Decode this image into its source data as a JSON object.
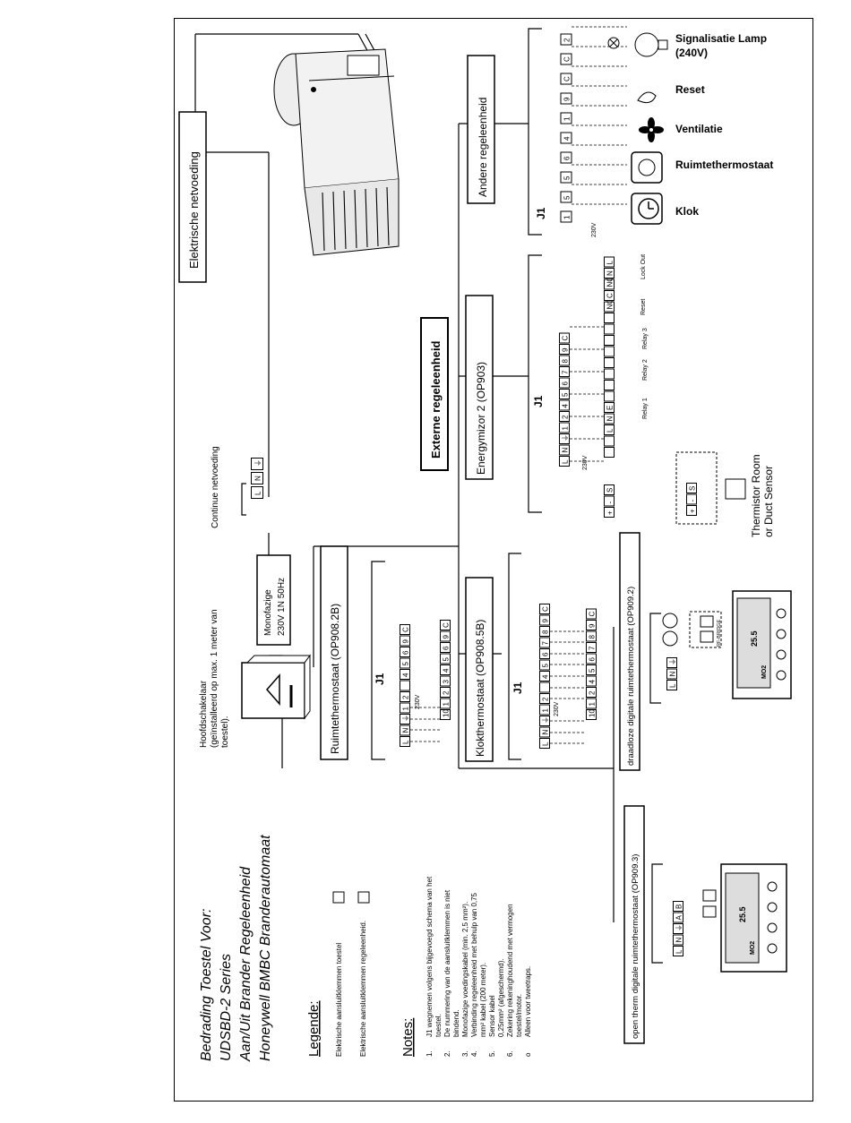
{
  "title": {
    "line1": "Bedrading Toestel Voor:",
    "line2": "UDSBD-2 Series",
    "line3": "Aan/Uit Brander Regeleenheid",
    "line4": "Honeywell BMBC Branderautomaat"
  },
  "legend": {
    "heading": "Legende:",
    "items": [
      "Elektrische aansluitklemmen toestel",
      "Elektrische aansluitklemmen regeleenheid."
    ]
  },
  "notes": {
    "heading": "Notes:",
    "items": [
      {
        "num": "1.",
        "text": "J1 wegnemen volgens bijgevoegd schema van het"
      },
      {
        "num": "",
        "text": "toestel."
      },
      {
        "num": "2.",
        "text": "De nummering van de aansluitklemmen is niet"
      },
      {
        "num": "",
        "text": "bindend."
      },
      {
        "num": "3.",
        "text": "Monofazige voedingskabel (min. 2,5 mm²)."
      },
      {
        "num": "4.",
        "text": "Verbinding regeleenheid met behulp van 0,75"
      },
      {
        "num": "",
        "text": "mm² kabel (200 meter)."
      },
      {
        "num": "5.",
        "text": "Sensor kabel"
      },
      {
        "num": "",
        "text": "0,25mm² (afgeschermd)."
      },
      {
        "num": "6.",
        "text": "Zekering rekeninghoudend met vermogen"
      },
      {
        "num": "",
        "text": "toestel/motor."
      },
      {
        "num": "o",
        "text": "Alleen voor tweetraps."
      }
    ]
  },
  "power": {
    "switch_label": [
      "Hoofdschakelaar",
      "(geïnstalleerd op max. 1 meter van",
      "toestel)."
    ],
    "mono_label": [
      "Monofazige",
      "230V 1N 50Hz"
    ],
    "continue_label": "Continue netvoeding",
    "mains_label": "Elektrische netvoeding",
    "terminals": [
      "L",
      "N",
      "⏚"
    ]
  },
  "external_label": "Externe regeleenheid",
  "controllers": {
    "room_thermostat": {
      "label": "Ruimtethermostaat (OP908.2B)",
      "j1": "J1",
      "volt": "230V",
      "row_top": [
        "L",
        "N",
        "⏚",
        "1",
        "2",
        "",
        "4",
        "5",
        "6",
        "9",
        "C"
      ],
      "row_bottom": [
        "10",
        "1",
        "2",
        "3",
        "4",
        "5",
        "6",
        "9",
        "C"
      ]
    },
    "clock_thermostat": {
      "label": "Klokthermostaat (OP908.5B)",
      "j1": "J1",
      "volt": "230V",
      "row_top": [
        "L",
        "N",
        "⏚",
        "1",
        "2",
        "",
        "4",
        "5",
        "6",
        "7",
        "8",
        "9",
        "C"
      ],
      "row_bottom": [
        "10",
        "1",
        "2",
        "4",
        "5",
        "6",
        "7",
        "8",
        "9",
        "C"
      ]
    },
    "wireless": {
      "label": "draadloze digitale ruimtethermostaat (OP909.2)",
      "terminals": [
        "L",
        "N",
        "⏚"
      ],
      "bridge": "RF-BRIDGE",
      "display_temp": "25.5",
      "display_day": "MO2"
    },
    "opentherm": {
      "label": "open therm digitale ruimtethermostaat (OP909.3)",
      "terminals": [
        "L",
        "N",
        "⏚",
        "A",
        "B"
      ],
      "display_temp": "25.5",
      "display_day": "MO2"
    },
    "energymizor": {
      "label": "Energymizor 2 (OP903)",
      "j1": "J1",
      "volt": "230V",
      "row_top": [
        "L",
        "N",
        "⏚",
        "1",
        "2",
        "4",
        "5",
        "6",
        "7",
        "8",
        "9",
        "C"
      ],
      "row_mid": [
        "",
        "",
        "L",
        "N",
        "E",
        "",
        "",
        "",
        "",
        "",
        "",
        "",
        "",
        "NO",
        "C",
        "NC",
        "N",
        "L"
      ],
      "relay_labels": [
        "Relay 1",
        "Relay 2",
        "Relay 3",
        "Reset",
        "Lock Out"
      ],
      "sensor_row_a": [
        "+",
        "-",
        "S"
      ],
      "sensor_row_b": [
        "+",
        "-",
        "S"
      ],
      "sensor_label": [
        "Thermistor Room",
        "or Duct Sensor"
      ]
    },
    "other": {
      "label": "Andere regeleenheid",
      "j1": "J1",
      "volt": "230V",
      "terminals": [
        "1",
        "5",
        "5",
        "6",
        "4",
        "1",
        "9",
        "C",
        "C",
        "2"
      ],
      "devices": [
        "Signalisatie Lamp",
        "(240V)",
        "Reset",
        "Ventilatie",
        "Ruimtethermostaat",
        "Klok"
      ]
    }
  }
}
